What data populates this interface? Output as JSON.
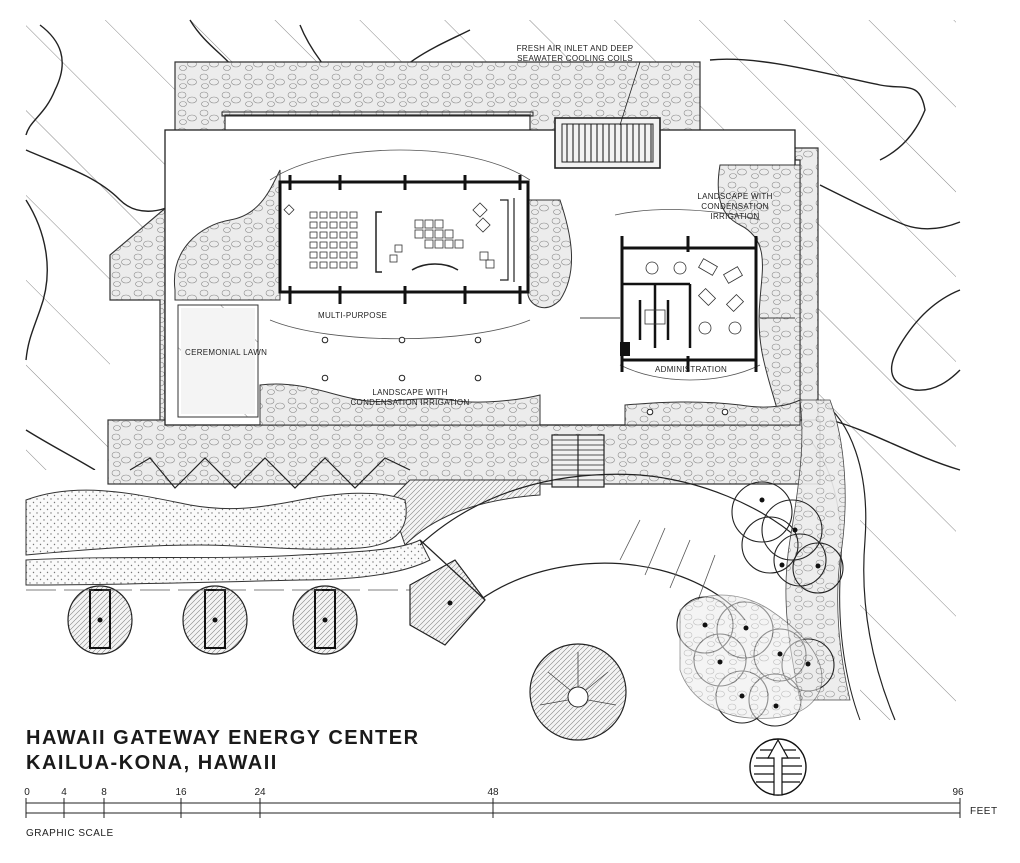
{
  "title": {
    "line1": "HAWAII GATEWAY ENERGY CENTER",
    "line2": "KAILUA-KONA, HAWAII"
  },
  "labels": {
    "fresh_air_line1": "FRESH AIR INLET AND DEEP",
    "fresh_air_line2": "SEAWATER COOLING COILS",
    "landscape_right_line1": "LANDSCAPE WITH",
    "landscape_right_line2": "CONDENSATION",
    "landscape_right_line3": "IRRIGATION",
    "multi_purpose": "MULTI-PURPOSE",
    "ceremonial_lawn": "CEREMONIAL LAWN",
    "administration": "ADMINISTRATION",
    "landscape_center_line1": "LANDSCAPE WITH",
    "landscape_center_line2": "CONDENSATION IRRIGATION"
  },
  "scale": {
    "ticks": [
      "0",
      "4",
      "8",
      "16",
      "24",
      "48",
      "96"
    ],
    "unit": "FEET",
    "caption": "GRAPHIC SCALE"
  },
  "colors": {
    "line": "#1a1a1a",
    "hatch": "#6b6b6b",
    "stone": "#e6e6e6",
    "background": "#ffffff"
  }
}
